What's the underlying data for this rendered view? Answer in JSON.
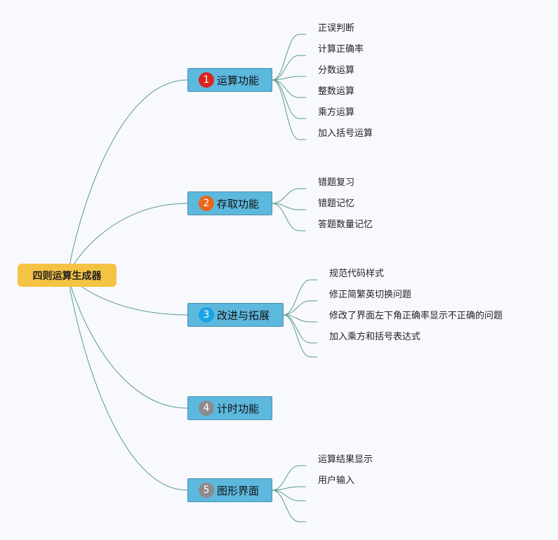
{
  "root": {
    "label": "四则运算生成器"
  },
  "colors": {
    "root_fill": "#f5c344",
    "topic_fill": "#5db8de",
    "topic_border": "#4a90aa",
    "line": "#5a9a8a",
    "badge_1": "#d9251d",
    "badge_2": "#e9661b",
    "badge_3": "#1aa3e6",
    "badge_4": "#8c8c8c",
    "badge_5": "#8c8c8c"
  },
  "topics": [
    {
      "badge": "1",
      "label": "运算功能",
      "items": [
        "正误判断",
        "计算正确率",
        "分数运算",
        "整数运算",
        "乘方运算",
        "加入括号运算"
      ]
    },
    {
      "badge": "2",
      "label": "存取功能",
      "items": [
        "错题复习",
        "错题记忆",
        "答题数量记忆"
      ]
    },
    {
      "badge": "3",
      "label": "改进与拓展",
      "items": [
        "规范代码样式",
        "修正简繁英切换问题",
        "修改了界面左下角正确率显示不正确的问题",
        "加入乘方和括号表达式",
        ""
      ]
    },
    {
      "badge": "4",
      "label": "计时功能",
      "items": []
    },
    {
      "badge": "5",
      "label": "图形界面",
      "items": [
        "运算结果显示",
        "用户输入",
        "",
        ""
      ]
    }
  ]
}
